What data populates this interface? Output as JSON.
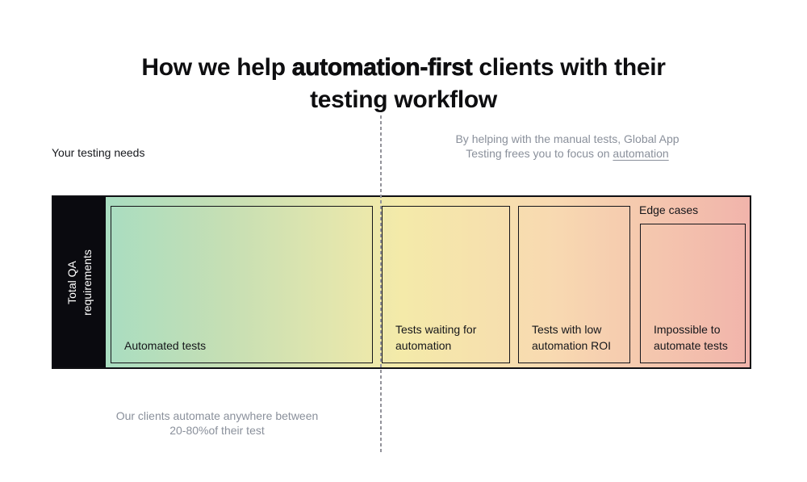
{
  "title": {
    "prefix": "How we help ",
    "bold": "automation-first",
    "line1_suffix": " clients with their",
    "line2": "testing workflow"
  },
  "left_note": "Your testing needs",
  "right_note": {
    "line1": "By helping with the manual tests, Global App",
    "line2_prefix": "Testing frees you to focus on ",
    "line2_link": "automation"
  },
  "bottom_note": {
    "line1": "Our clients automate anywhere between",
    "line2": "20-80%of their test"
  },
  "bar": {
    "axis_label_line1": "Total QA",
    "axis_label_line2": "requirements",
    "edge_cases_label": "Edge cases",
    "segments": [
      {
        "label": "Automated tests"
      },
      {
        "label": "Tests waiting for automation"
      },
      {
        "label": "Tests with low automation ROI"
      },
      {
        "label": "Impossible to automate tests"
      }
    ]
  },
  "colors": {
    "gradient_left_teal": "#9cdcc6",
    "gradient_mid_yellow": "#f4eaa9",
    "gradient_right_pink": "#f1b4ab",
    "axis_box_black": "#0a0a0f",
    "note_gray": "#8a909b",
    "border_black": "#101014"
  }
}
